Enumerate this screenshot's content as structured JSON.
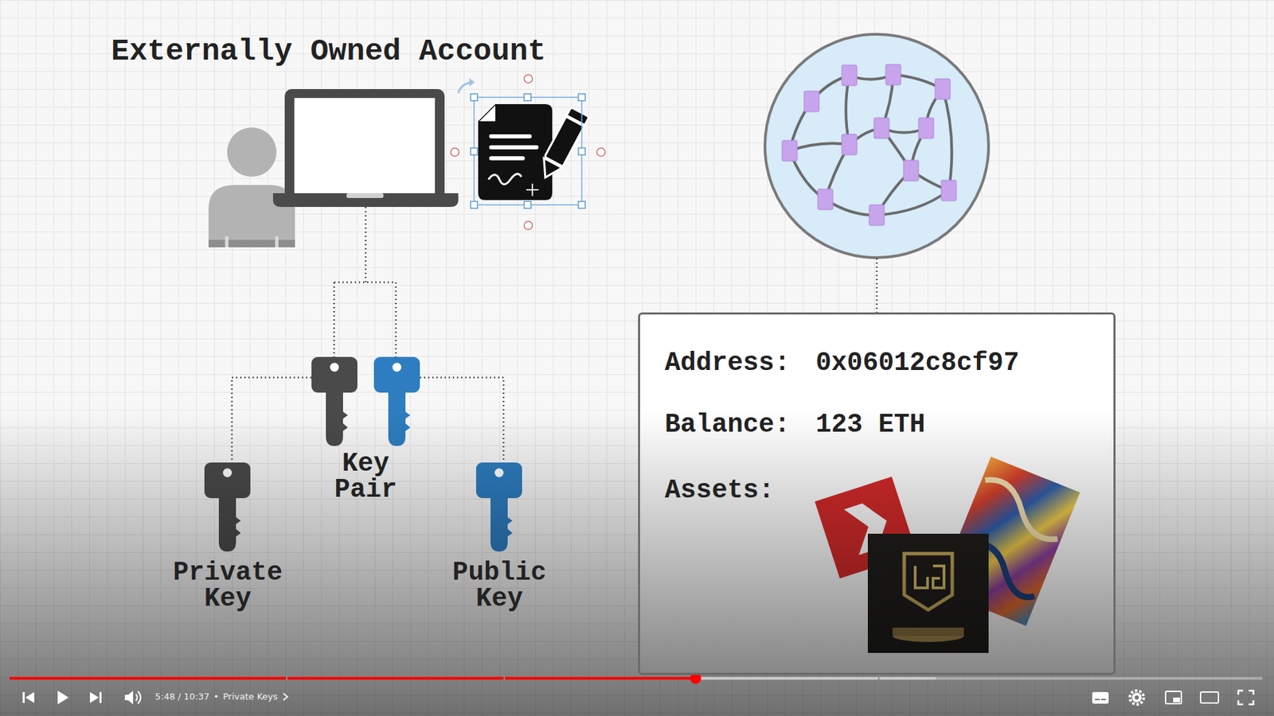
{
  "diagram": {
    "title": "Externally Owned Account",
    "nodes": [
      {
        "text": [
          "Key Pair"
        ]
      },
      {
        "text": [
          "Private Key"
        ]
      },
      {
        "text": [
          "Public Key"
        ]
      },
      {
        "text": [
          "Address:",
          "0x06012c8cf97",
          "Balance:",
          "123 ETH",
          "Assets:"
        ]
      }
    ],
    "edges": [
      {
        "from": 0,
        "to": 1,
        "arrow": "none"
      },
      {
        "from": 0,
        "to": 2,
        "arrow": "none"
      }
    ],
    "labels": [
      "5:48 / 10:37",
      "•",
      "Private Keys"
    ]
  }
}
